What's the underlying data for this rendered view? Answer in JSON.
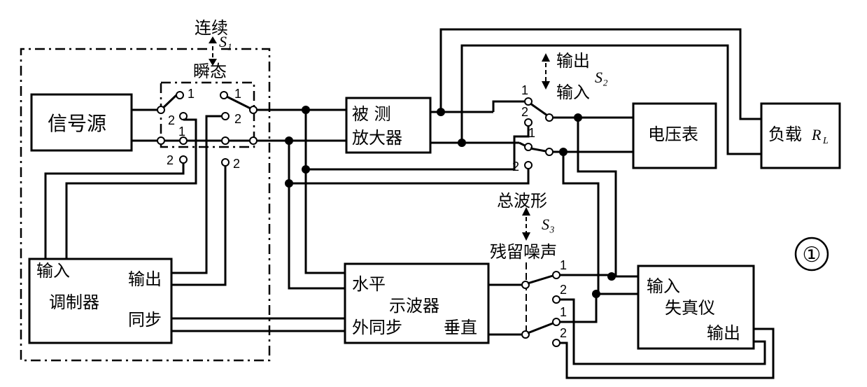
{
  "figure_number": "①",
  "switches": {
    "s1": {
      "name": "S₁",
      "top_label": "连续",
      "bottom_label": "瞬态"
    },
    "s2": {
      "name": "S₂",
      "top_label": "输出",
      "bottom_label": "输入"
    },
    "s3": {
      "name": "S₃",
      "top_label": "总波形",
      "bottom_label": "残留噪声"
    }
  },
  "blocks": {
    "signal_source": {
      "label": "信号源"
    },
    "amp_under_test": {
      "line1": "被 测",
      "line2": "放大器"
    },
    "voltmeter": {
      "label": "电压表"
    },
    "load": {
      "label": "负载",
      "symbol": "R",
      "subscript": "L"
    },
    "modulator": {
      "input_label": "输入",
      "name": "调制器",
      "output_label": "输出",
      "sync_label": "同步"
    },
    "oscilloscope": {
      "horizontal_label": "水平",
      "name": "示波器",
      "ext_sync_label": "外同步",
      "vertical_label": "垂直"
    },
    "distortion_meter": {
      "input_label": "输入",
      "name": "失真仪",
      "output_label": "输出"
    }
  },
  "terminal_numbers": {
    "one": "1",
    "two": "2"
  }
}
